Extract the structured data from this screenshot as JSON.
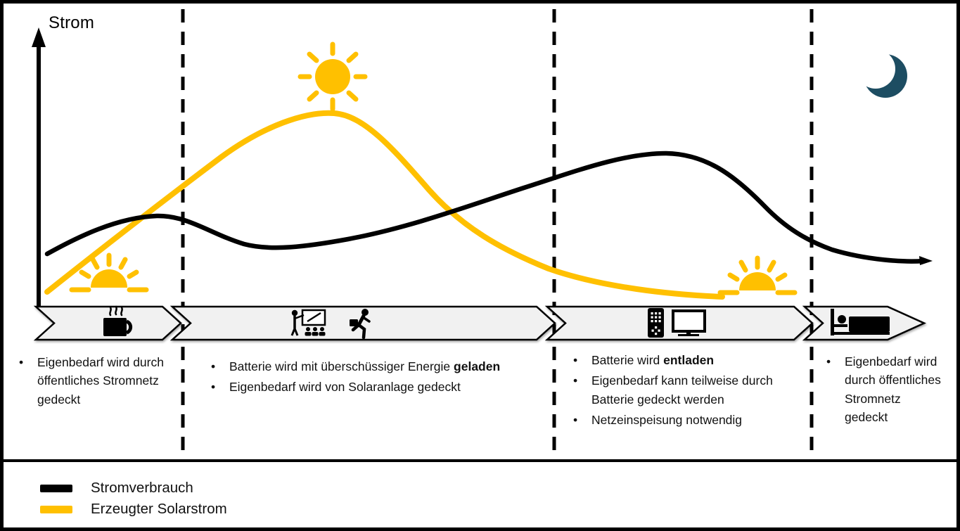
{
  "diagram": {
    "y_axis_label": "Strom",
    "colors": {
      "solar": "#FFC000",
      "consumption": "#000000",
      "moon": "#1D4D62",
      "banner_fill": "#F1F1F1"
    },
    "sky_icons": [
      "sunrise-icon",
      "sun-icon",
      "sunset-icon",
      "moon-icon"
    ],
    "phases": [
      {
        "name": "morning",
        "banner_icons": [
          "coffee-mug-icon"
        ],
        "bullets": [
          [
            {
              "t": "Eigenbedarf wird durch öffentliches Stromnetz gedeckt",
              "b": false
            }
          ]
        ]
      },
      {
        "name": "daytime",
        "banner_icons": [
          "presentation-icon",
          "runner-icon"
        ],
        "bullets": [
          [
            {
              "t": "Batterie wird mit überschüssiger Energie ",
              "b": false
            },
            {
              "t": "geladen",
              "b": true
            }
          ],
          [
            {
              "t": "Eigenbedarf wird von Solaranlage gedeckt",
              "b": false
            }
          ]
        ]
      },
      {
        "name": "evening",
        "banner_icons": [
          "remote-icon",
          "tv-icon"
        ],
        "bullets": [
          [
            {
              "t": "Batterie wird ",
              "b": false
            },
            {
              "t": "entladen",
              "b": true
            }
          ],
          [
            {
              "t": "Eigenbedarf kann teilweise durch Batterie gedeckt werden",
              "b": false
            }
          ],
          [
            {
              "t": "Netzeinspeisung notwendig",
              "b": false
            }
          ]
        ]
      },
      {
        "name": "night",
        "banner_icons": [
          "bed-icon"
        ],
        "bullets": [
          [
            {
              "t": "Eigenbedarf wird durch öffentliches Stromnetz gedeckt",
              "b": false
            }
          ]
        ]
      }
    ],
    "legend": [
      {
        "label": "Stromverbrauch",
        "color": "#000000"
      },
      {
        "label": "Erzeugter Solarstrom",
        "color": "#FFC000"
      }
    ]
  },
  "chart_data": {
    "type": "line",
    "title": "",
    "xlabel": "",
    "ylabel": "Strom",
    "x_axis": "qualitative time of day (morning to night), no tick labels",
    "y_axis": "qualitative amount of electricity, no tick labels",
    "grid": false,
    "legend_position": "bottom-left box",
    "series": [
      {
        "name": "Stromverbrauch",
        "color": "#000000",
        "x_relative": [
          0.0,
          0.12,
          0.16,
          0.26,
          0.4,
          0.55,
          0.64,
          0.7,
          0.78,
          0.85,
          0.91,
          1.0
        ],
        "values_relative": [
          0.3,
          0.43,
          0.43,
          0.32,
          0.37,
          0.49,
          0.55,
          0.57,
          0.49,
          0.32,
          0.26,
          0.25
        ]
      },
      {
        "name": "Erzeugter Solarstrom",
        "color": "#FFC000",
        "x_relative": [
          0.0,
          0.1,
          0.2,
          0.32,
          0.4,
          0.47,
          0.55,
          0.62,
          0.7,
          0.77
        ],
        "values_relative": [
          0.06,
          0.3,
          0.52,
          0.66,
          0.64,
          0.43,
          0.22,
          0.12,
          0.05,
          0.03
        ]
      }
    ],
    "annotations": [
      "sunrise icon over morning",
      "sun icon over solar peak",
      "sunset icon over evening",
      "moon icon over night"
    ]
  }
}
